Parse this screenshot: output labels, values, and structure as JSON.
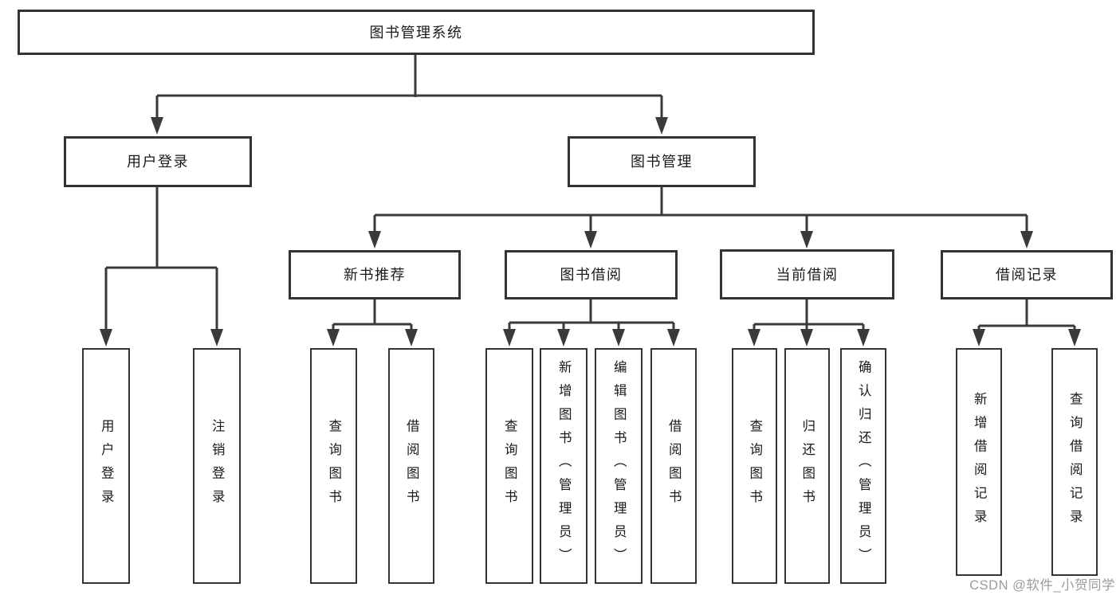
{
  "nodes": {
    "root": "图书管理系统",
    "user_login": "用户登录",
    "book_mgmt": "图书管理",
    "new_book_rec": "新书推荐",
    "book_borrow": "图书借阅",
    "current_borrow": "当前借阅",
    "borrow_record": "借阅记录",
    "leaf_user_login": "用户登录",
    "leaf_logout": "注销登录",
    "leaf_query_book_1": "查询图书",
    "leaf_borrow_book_1": "借阅图书",
    "leaf_query_book_2": "查询图书",
    "leaf_add_book": "新增图书（管理员）",
    "leaf_edit_book": "编辑图书（管理员）",
    "leaf_borrow_book_2": "借阅图书",
    "leaf_query_book_3": "查询图书",
    "leaf_return_book": "归还图书",
    "leaf_confirm_return": "确认归还（管理员）",
    "leaf_add_record": "新增借阅记录",
    "leaf_query_record": "查询借阅记录"
  },
  "structure": {
    "图书管理系统": {
      "用户登录": [
        "用户登录",
        "注销登录"
      ],
      "图书管理": {
        "新书推荐": [
          "查询图书",
          "借阅图书"
        ],
        "图书借阅": [
          "查询图书",
          "新增图书（管理员）",
          "编辑图书（管理员）",
          "借阅图书"
        ],
        "当前借阅": [
          "查询图书",
          "归还图书",
          "确认归还（管理员）"
        ],
        "借阅记录": [
          "新增借阅记录",
          "查询借阅记录"
        ]
      }
    }
  },
  "watermark": "CSDN @软件_小贺同学",
  "colors": {
    "line": "#3a3a3a",
    "box_border": "#333333",
    "text": "#1a1a1a",
    "watermark": "#9c9c9c",
    "background": "#ffffff"
  }
}
